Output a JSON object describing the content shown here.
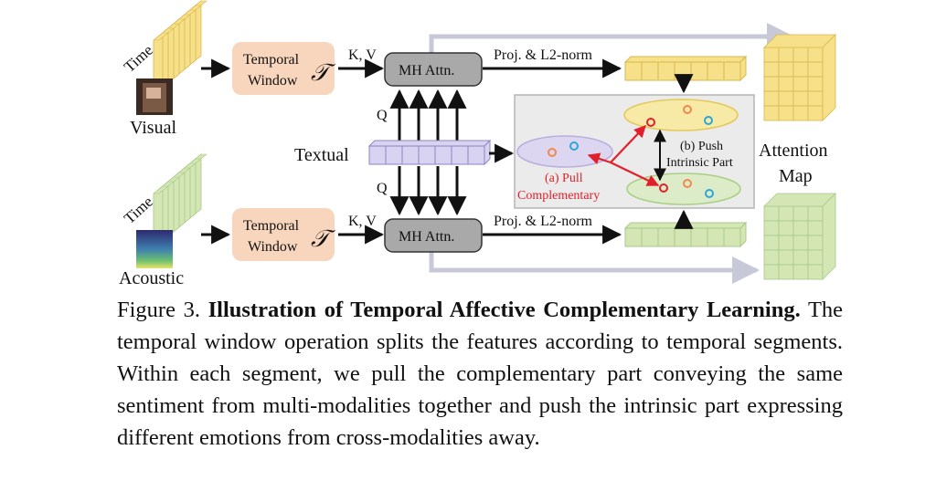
{
  "figure": {
    "labels": {
      "time_top": "Time",
      "time_bottom": "Time",
      "visual": "Visual",
      "acoustic": "Acoustic",
      "textual": "Textual",
      "temporal_window_top": [
        "Temporal",
        "Window"
      ],
      "temporal_window_bottom": [
        "Temporal",
        "Window"
      ],
      "tau_symbol": "𝒯",
      "kv_top": "K, V",
      "kv_bottom": "K, V",
      "q_top": "Q",
      "q_bottom": "Q",
      "mh_attn_top": "MH Attn.",
      "mh_attn_bottom": "MH Attn.",
      "proj_top": "Proj. & L2-norm",
      "proj_bottom": "Proj. & L2-norm",
      "pull": [
        "(a) Pull",
        "Complementary"
      ],
      "push": [
        "(b) Push",
        "Intrinsic Part"
      ],
      "attention_map": [
        "Attention",
        "Map"
      ]
    },
    "colors": {
      "visual_yellow": "#f7e08a",
      "acoustic_green": "#d3e6b4",
      "textual_purple": "#d9d3f2",
      "temporal_window_fill": "#f8d6bd",
      "mh_attn_fill": "#a9a9a9",
      "pull_red": "#e2202b",
      "dot_orange": "#f08a4b",
      "dot_blue": "#2aa7d8",
      "arrow_gray": "#c7c9d8"
    }
  },
  "caption": {
    "label": "Figure 3.",
    "title": "Illustration of Temporal Affective Complementary Learning.",
    "body": "The temporal window operation splits the features according to temporal segments. Within each segment, we pull the complementary part conveying the same sentiment from multi-modalities together and push the intrinsic part expressing different emotions from cross-modalities away."
  }
}
